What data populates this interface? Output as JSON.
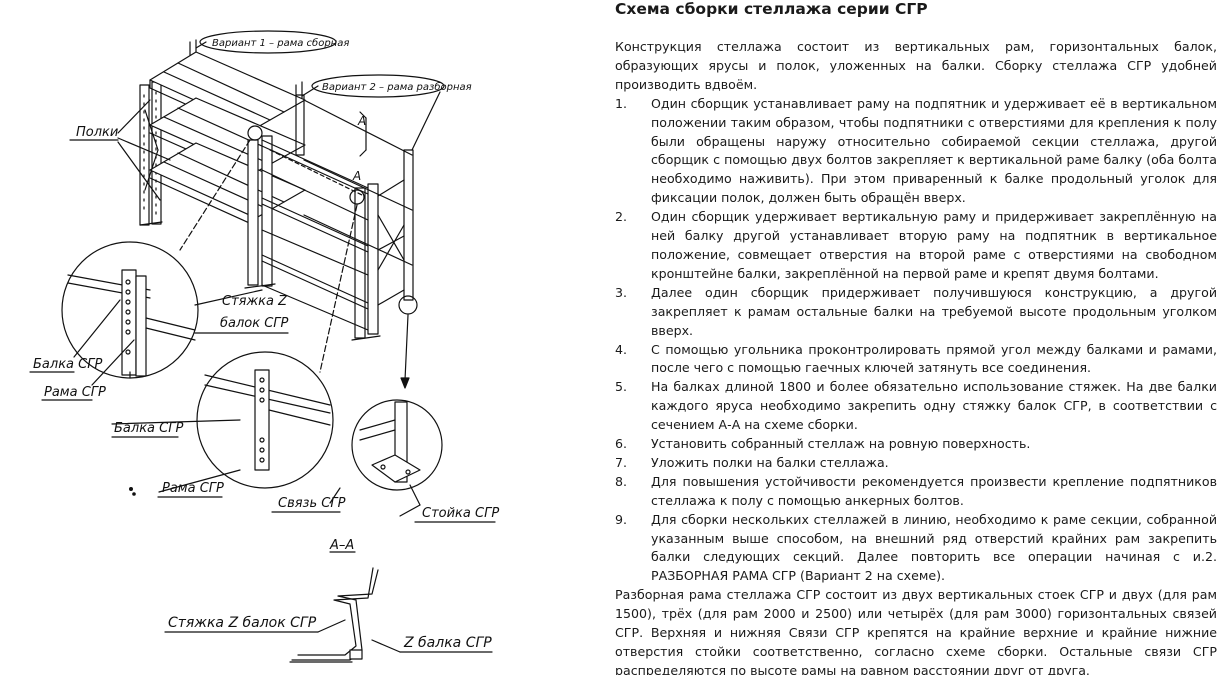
{
  "diagram": {
    "labels": {
      "variant1": "Вариант 1 – рама сборная",
      "variant2": "Вариант 2 – рама разборная",
      "section_marker": "А",
      "shelves": "Полки",
      "beam_sgr": "Балка СГР",
      "frame_sgr": "Рама СГР",
      "tie_z_line1": "Стяжка Z",
      "tie_z_line2": "балок СГР",
      "beam_sgr_2": "Балка СГР",
      "frame_sgr_2": "Рама СГР",
      "link_sgr": "Связь СГР",
      "upright_sgr": "Стойка СГР",
      "section_title": "А–А",
      "tie_z_beams": "Стяжка Z балок СГР",
      "z_beam": "Z балка СГР"
    }
  },
  "document": {
    "title": "Схема сборки стеллажа серии СГР",
    "intro": "Конструкция стеллажа состоит из вертикальных рам, горизонтальных балок, образующих ярусы и полок, уложенных на балки. Сборку стеллажа СГР удобней производить вдвоём.",
    "steps": [
      {
        "num": "1.",
        "text": "Один сборщик устанавливает раму на подпятник и удерживает её в вертикальном положении таким образом, чтобы подпятники с отверстиями для крепления к полу были обращены наружу относительно собираемой секции стеллажа, другой сборщик с помощью двух болтов закрепляет к вертикальной раме балку (оба болта необходимо наживить). При этом приваренный к балке продольный уголок для фиксации полок, должен быть обращён вверх."
      },
      {
        "num": "2.",
        "text": "Один сборщик удерживает вертикальную раму и придерживает закреплённую на ней балку другой устанавливает вторую раму на подпятник в вертикальное положение, совмещает отверстия на второй раме с отверстиями на свободном кронштейне балки, закреплённой на первой раме и крепят двумя болтами."
      },
      {
        "num": "3.",
        "text": "Далее один сборщик придерживает получившуюся конструкцию, а другой закрепляет к рамам остальные балки на требуемой высоте продольным уголком вверх."
      },
      {
        "num": "4.",
        "text": "С помощью угольника проконтролировать прямой угол между балками и рамами, после чего с помощью гаечных ключей затянуть все соединения."
      },
      {
        "num": "5.",
        "text": "На балках длиной 1800 и более обязательно использование стяжек. На две балки каждого яруса необходимо закрепить одну стяжку балок СГР, в соответствии с сечением А-А на схеме сборки."
      },
      {
        "num": "6.",
        "text": "Установить собранный стеллаж на ровную поверхность."
      },
      {
        "num": "7.",
        "text": "Уложить полки на балки стеллажа."
      },
      {
        "num": "8.",
        "text": "Для повышения устойчивости рекомендуется произвести крепление подпятников стеллажа к полу с помощью анкерных болтов."
      },
      {
        "num": "9.",
        "text": "Для сборки нескольких стеллажей в линию, необходимо к раме секции, собранной указанным выше способом, на внешний ряд отверстий крайних рам закрепить балки следующих секций. Далее повторить все операции начиная с и.2. РАЗБОРНАЯ РАМА СГР (Вариант 2 на схеме)."
      }
    ],
    "outro": "Разборная рама стеллажа СГР состоит из двух вертикальных стоек СГР и двух (для рам 1500), трёх (для рам 2000 и 2500) или четырёх (для рам 3000) горизонтальных связей СГР. Верхняя и нижняя Связи СГР крепятся на крайние верхние и крайние нижние отверстия стойки соответственно, согласно схеме сборки. Остальные связи СГР распределяются по высоте рамы на равном расстоянии друг от друга."
  }
}
